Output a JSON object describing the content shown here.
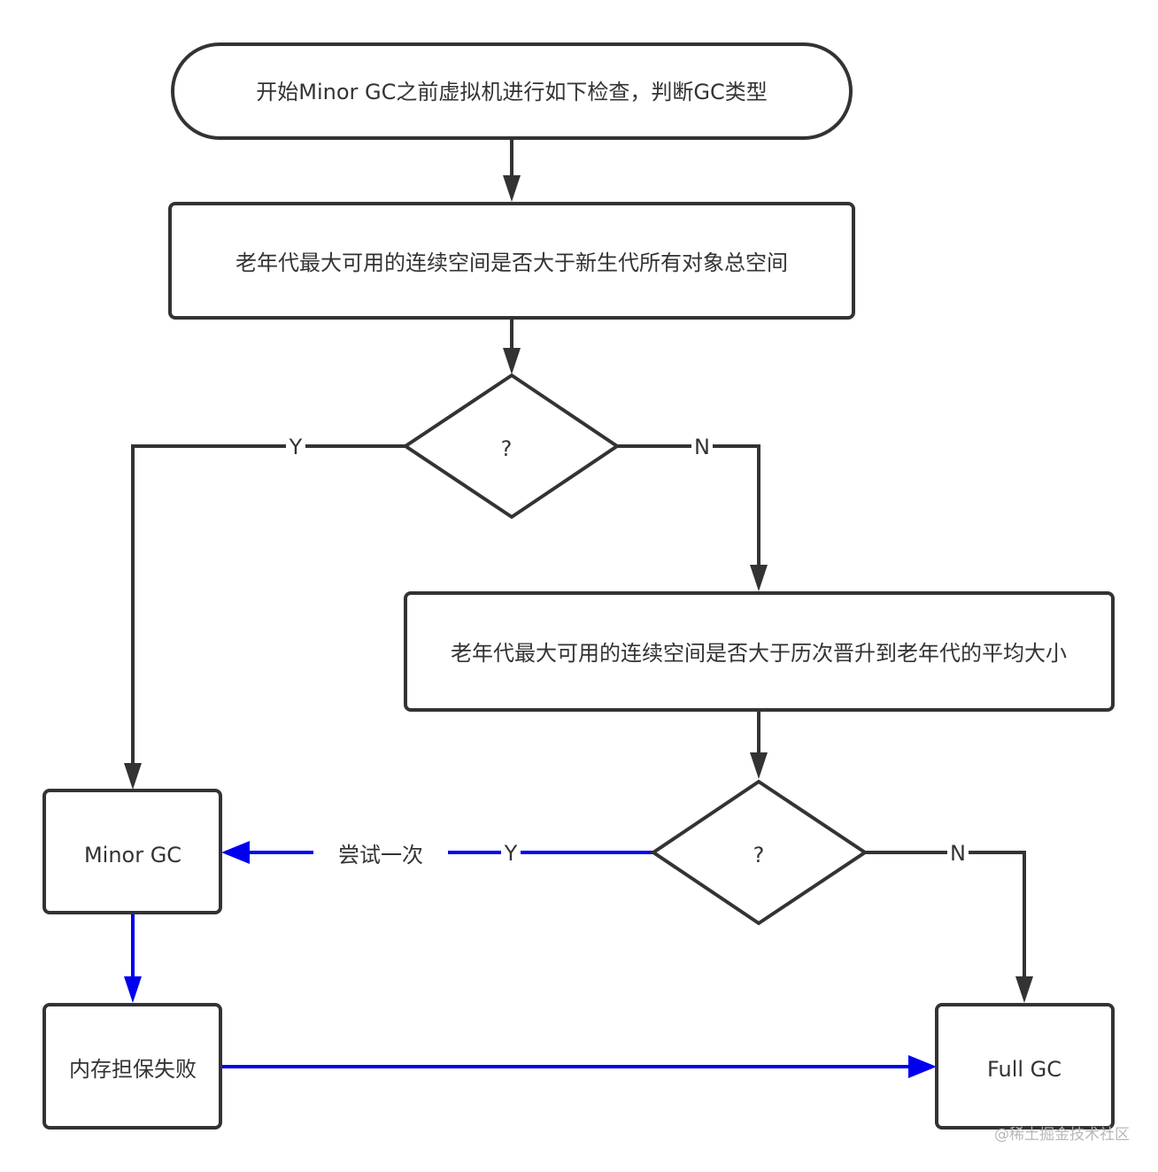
{
  "colors": {
    "stroke": "#333333",
    "highlight": "#0000ee",
    "text": "#333333",
    "background": "#ffffff",
    "watermark": "#b8b8b8"
  },
  "nodes": {
    "start": {
      "type": "terminator",
      "text": "开始Minor GC之前虚拟机进行如下检查，判断GC类型"
    },
    "check_total": {
      "type": "process",
      "text": "老年代最大可用的连续空间是否大于新生代所有对象总空间"
    },
    "decision_1": {
      "type": "decision",
      "text": "?"
    },
    "check_average": {
      "type": "process",
      "text": "老年代最大可用的连续空间是否大于历次晋升到老年代的平均大小"
    },
    "decision_2": {
      "type": "decision",
      "text": "?"
    },
    "minor_gc": {
      "type": "process",
      "text": "Minor GC"
    },
    "guarantee_failed": {
      "type": "process",
      "text": "内存担保失败"
    },
    "full_gc": {
      "type": "process",
      "text": "Full GC"
    }
  },
  "edges": [
    {
      "from": "start",
      "to": "check_total",
      "label": "",
      "highlighted": false
    },
    {
      "from": "check_total",
      "to": "decision_1",
      "label": "",
      "highlighted": false
    },
    {
      "from": "decision_1",
      "to": "minor_gc",
      "label": "Y",
      "highlighted": false
    },
    {
      "from": "decision_1",
      "to": "check_average",
      "label": "N",
      "highlighted": false
    },
    {
      "from": "check_average",
      "to": "decision_2",
      "label": "",
      "highlighted": false
    },
    {
      "from": "decision_2",
      "to": "minor_gc",
      "label": "Y",
      "note": "尝试一次",
      "highlighted": true
    },
    {
      "from": "decision_2",
      "to": "full_gc",
      "label": "N",
      "highlighted": false
    },
    {
      "from": "minor_gc",
      "to": "guarantee_failed",
      "label": "",
      "highlighted": true
    },
    {
      "from": "guarantee_failed",
      "to": "full_gc",
      "label": "",
      "highlighted": true
    }
  ],
  "labels": {
    "d1_yes": "Y",
    "d1_no": "N",
    "d2_yes": "Y",
    "d2_no": "N",
    "try_once": "尝试一次"
  },
  "watermark": "@稀土掘金技术社区"
}
